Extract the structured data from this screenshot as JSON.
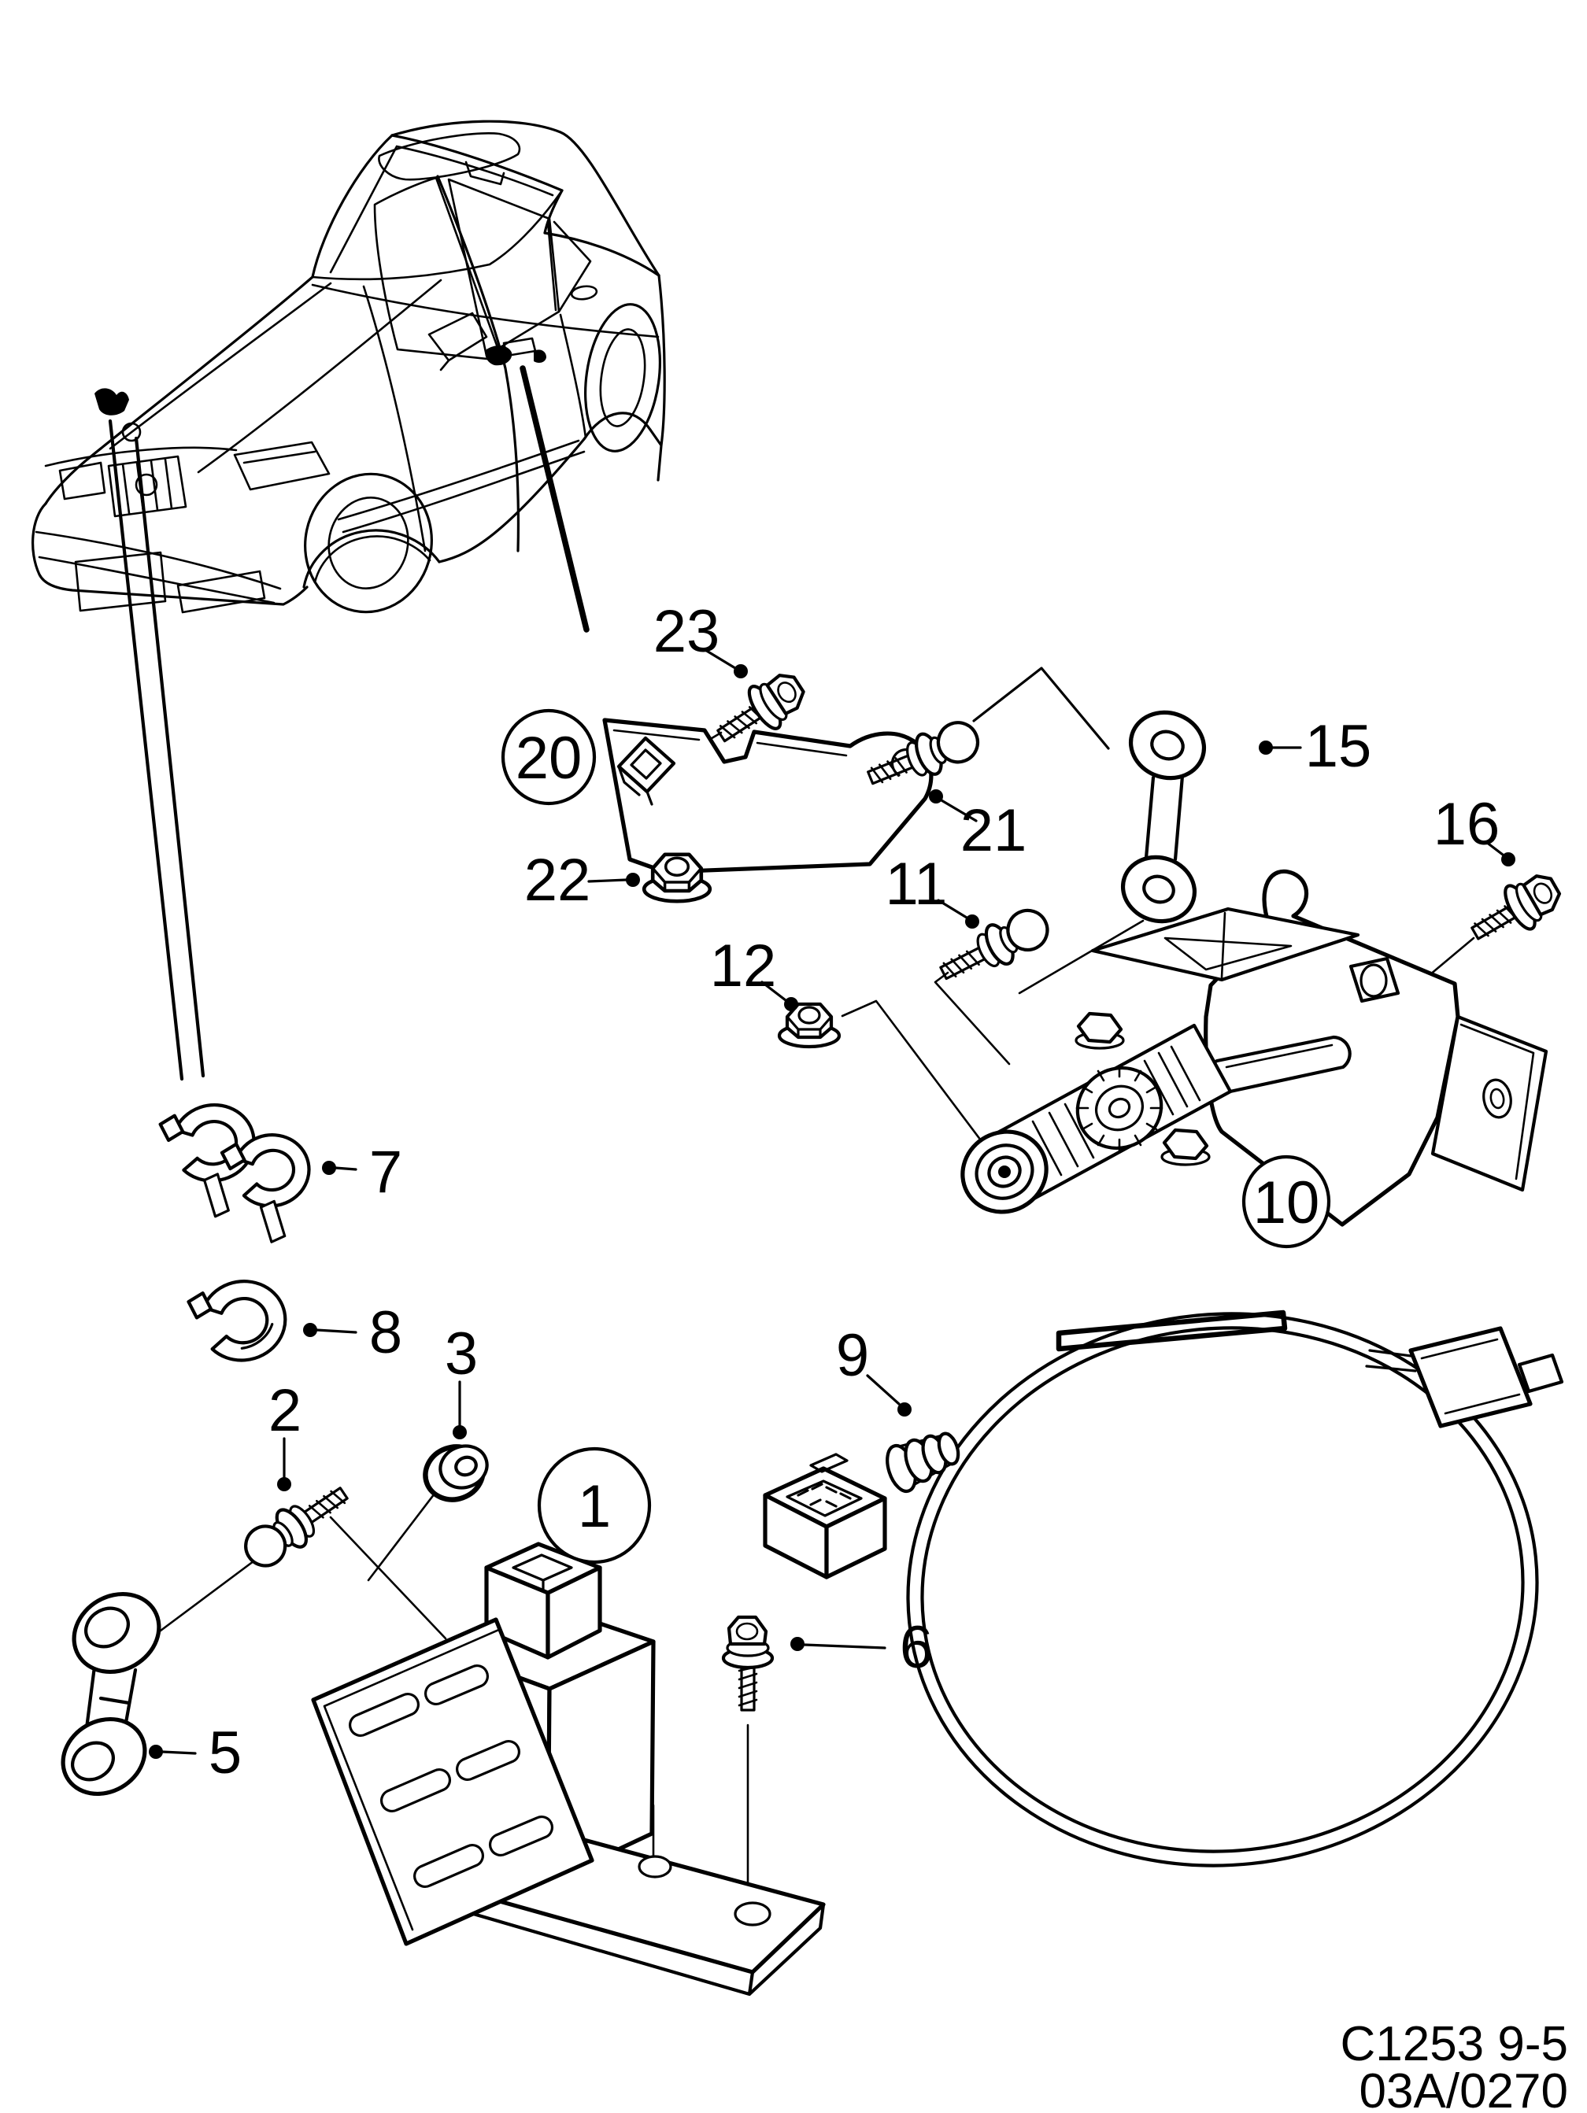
{
  "figure": {
    "kind": "exploded-parts-diagram",
    "ink_color": "#000000",
    "paper_color": "#ffffff"
  },
  "title_block": {
    "drawing_number": "C1253 9-5",
    "sheet_ref": "03A/0270"
  },
  "callouts": {
    "c1": {
      "label": "1",
      "circled": true
    },
    "c2": {
      "label": "2",
      "circled": false
    },
    "c3": {
      "label": "3",
      "circled": false
    },
    "c5": {
      "label": "5",
      "circled": false
    },
    "c6": {
      "label": "6",
      "circled": false
    },
    "c7": {
      "label": "7",
      "circled": false
    },
    "c8": {
      "label": "8",
      "circled": false
    },
    "c9": {
      "label": "9",
      "circled": false
    },
    "c10": {
      "label": "10",
      "circled": true
    },
    "c11": {
      "label": "11",
      "circled": false
    },
    "c12": {
      "label": "12",
      "circled": false
    },
    "c15": {
      "label": "15",
      "circled": false
    },
    "c16": {
      "label": "16",
      "circled": false
    },
    "c20": {
      "label": "20",
      "circled": true
    },
    "c21": {
      "label": "21",
      "circled": false
    },
    "c22": {
      "label": "22",
      "circled": false
    },
    "c23": {
      "label": "23",
      "circled": false
    }
  }
}
